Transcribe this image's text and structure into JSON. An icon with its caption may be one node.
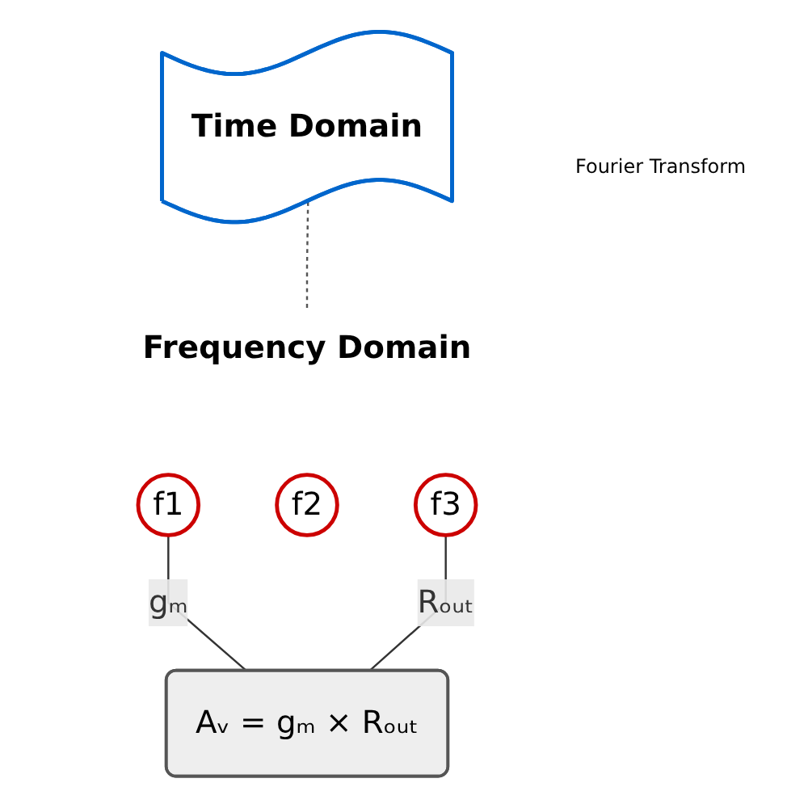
{
  "diagram": {
    "nodes": [
      {
        "text": [
          "Time Domain"
        ]
      },
      {
        "text": [
          "Frequency Domain"
        ]
      },
      {
        "text": [
          "f1"
        ]
      },
      {
        "text": [
          "f2"
        ]
      },
      {
        "text": [
          "f3"
        ]
      },
      {
        "text": [
          "Aᵥ = gₘ × Rₒᵤₜ"
        ]
      }
    ],
    "edges": [
      {
        "from": 0,
        "to": 1,
        "arrow": "none",
        "style": "dashed"
      },
      {
        "from": 2,
        "to": 5,
        "arrow": "none",
        "label": "gₘ"
      },
      {
        "from": 4,
        "to": 5,
        "arrow": "none",
        "label": "Rₒᵤₜ"
      }
    ],
    "labels": [
      "Fourier Transform"
    ]
  }
}
